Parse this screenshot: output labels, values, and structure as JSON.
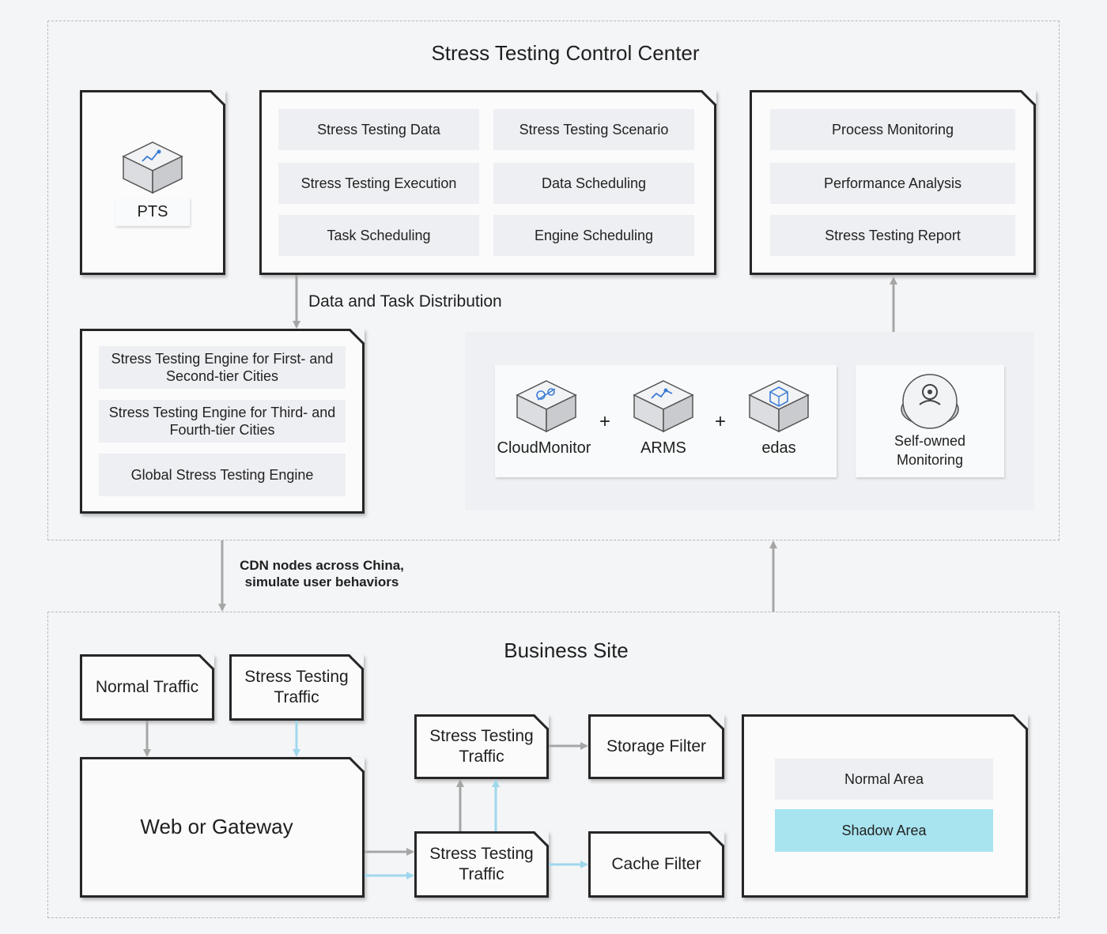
{
  "control_center": {
    "title": "Stress Testing Control Center",
    "pts_label": "PTS",
    "pts_icon": "pts-cube-icon",
    "core_cells": [
      "Stress Testing Data",
      "Stress Testing Scenario",
      "Stress Testing Execution",
      "Data Scheduling",
      "Task Scheduling",
      "Engine Scheduling"
    ],
    "analysis_cells": [
      "Process Monitoring",
      "Performance Analysis",
      "Stress Testing Report"
    ],
    "distribution_label": "Data and Task Distribution",
    "engines": [
      "Stress Testing Engine for First- and Second-tier Cities",
      "Stress Testing Engine for Third- and Fourth-tier Cities",
      "Global Stress Testing Engine"
    ],
    "monitors": {
      "items": [
        {
          "label": "CloudMonitor",
          "icon": "cloudmonitor-cube-icon"
        },
        {
          "label": "ARMS",
          "icon": "arms-cube-icon"
        },
        {
          "label": "edas",
          "icon": "edas-cube-icon"
        }
      ],
      "plus": "+",
      "self_owned": "Self-owned Monitoring",
      "self_owned_icon": "camera-icon"
    }
  },
  "cdn_note": "CDN nodes across China, simulate user behaviors",
  "business_site": {
    "title": "Business Site",
    "normal_traffic": "Normal Traffic",
    "stress_traffic_top": "Stress Testing Traffic",
    "web_gateway": "Web or Gateway",
    "stress_traffic_upper": "Stress Testing Traffic",
    "stress_traffic_lower": "Stress Testing Traffic",
    "storage_filter": "Storage Filter",
    "cache_filter": "Cache Filter",
    "normal_area": "Normal Area",
    "shadow_area": "Shadow Area"
  },
  "colors": {
    "arrow_gray": "#a6a6a6",
    "arrow_cyan": "#9fd8ec",
    "shadow_area": "#a8e4ef",
    "box_border": "#262626"
  }
}
